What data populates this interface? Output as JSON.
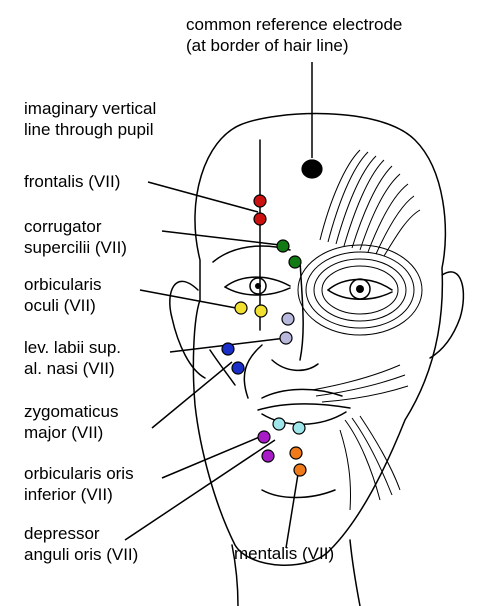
{
  "labels": {
    "reference": [
      "common reference electrode",
      "(at border of hair line)"
    ],
    "vertical_line": [
      "imaginary vertical",
      "line through pupil"
    ],
    "frontalis": [
      "frontalis (VII)"
    ],
    "corrugator": [
      "corrugator",
      "supercilii (VII)"
    ],
    "orbicularis_oculi": [
      "orbicularis",
      "oculi (VII)"
    ],
    "levator": [
      "lev. labii sup.",
      "al. nasi (VII)"
    ],
    "zygomaticus": [
      "zygomaticus",
      "major (VII)"
    ],
    "orbicularis_oris": [
      "orbicularis oris",
      "inferior (VII)"
    ],
    "depressor": [
      "depressor",
      "anguli oris (VII)"
    ],
    "mentalis": [
      "mentalis (VII)"
    ]
  },
  "electrode_colors": {
    "reference": "#000000",
    "frontalis": "#cc1111",
    "corrugator": "#127a12",
    "orbicularis_oculi": "#f2e030",
    "levator": "#b8b8dc",
    "zygomaticus": "#1a2ec8",
    "orbicularis_oris": "#a81cc8",
    "depressor": "#9ee6ea",
    "mentalis": "#ee7a1a"
  }
}
